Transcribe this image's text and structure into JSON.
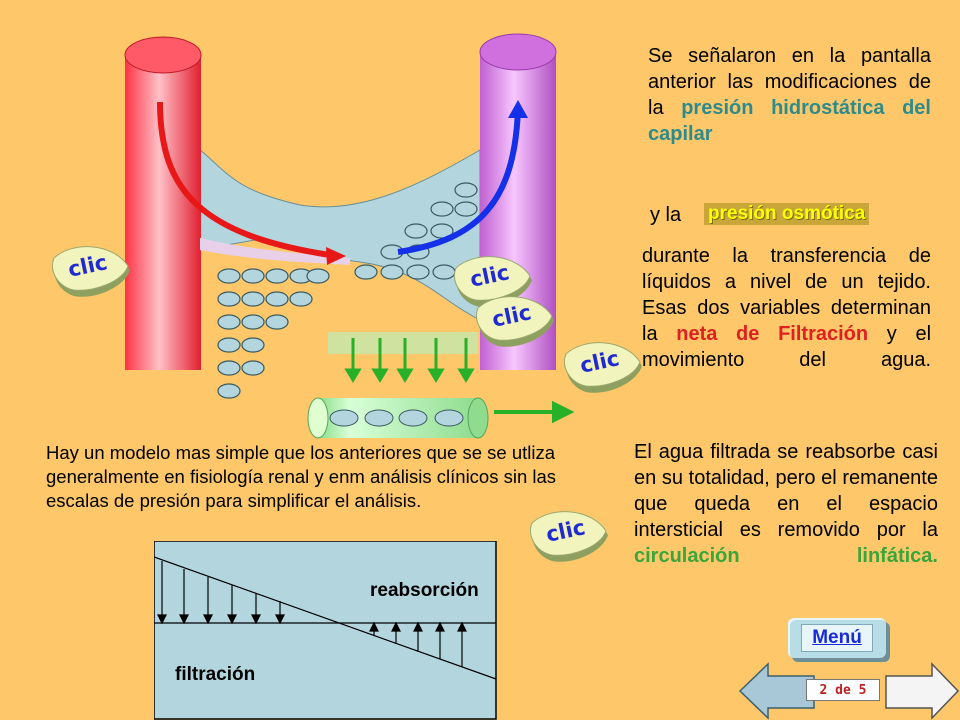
{
  "paragraphs": {
    "p1_part1": "Se señalaron en la pantalla anterior las modificaciones de la",
    "p1_highlight": "presión hidrostática del capilar",
    "y_la": "y la",
    "osmotic_label": "presión osmótica",
    "p2_part1": "durante la transferencia de líquidos a nivel de un tejido. Esas dos variables determinan la",
    "p2_highlight": "neta de Filtración",
    "p2_part2": "y el movimiento del agua.",
    "p3_part1": "El agua filtrada se reabsorbe casi en su totalidad, pero el remanente que queda en el espacio intersticial es removido por la",
    "p3_highlight": "circulación linfática."
  },
  "simple_model_text": "Hay un modelo mas simple que los anteriores que se se utliza generalmente en fisiología renal y enm análisis clínicos sin las escalas de presión para simplificar el análisis.",
  "diagram": {
    "label_reabsorcion": "reabsorción",
    "label_filtracion": "filtración"
  },
  "clic_buttons": [
    "clic",
    "clic",
    "clic",
    "clic",
    "clic"
  ],
  "nav": {
    "menu_label": "Menú",
    "page_indicator": "2 de 5"
  },
  "colors": {
    "background": "#fdc76a",
    "artery": "#ff6f7a",
    "vein": "#d48adf",
    "interstitial": "#b3d6de",
    "teal_text": "#2e8b8b",
    "red_text": "#e02020",
    "green_text": "#3aa63a",
    "clic_text": "#1f2bd0"
  }
}
